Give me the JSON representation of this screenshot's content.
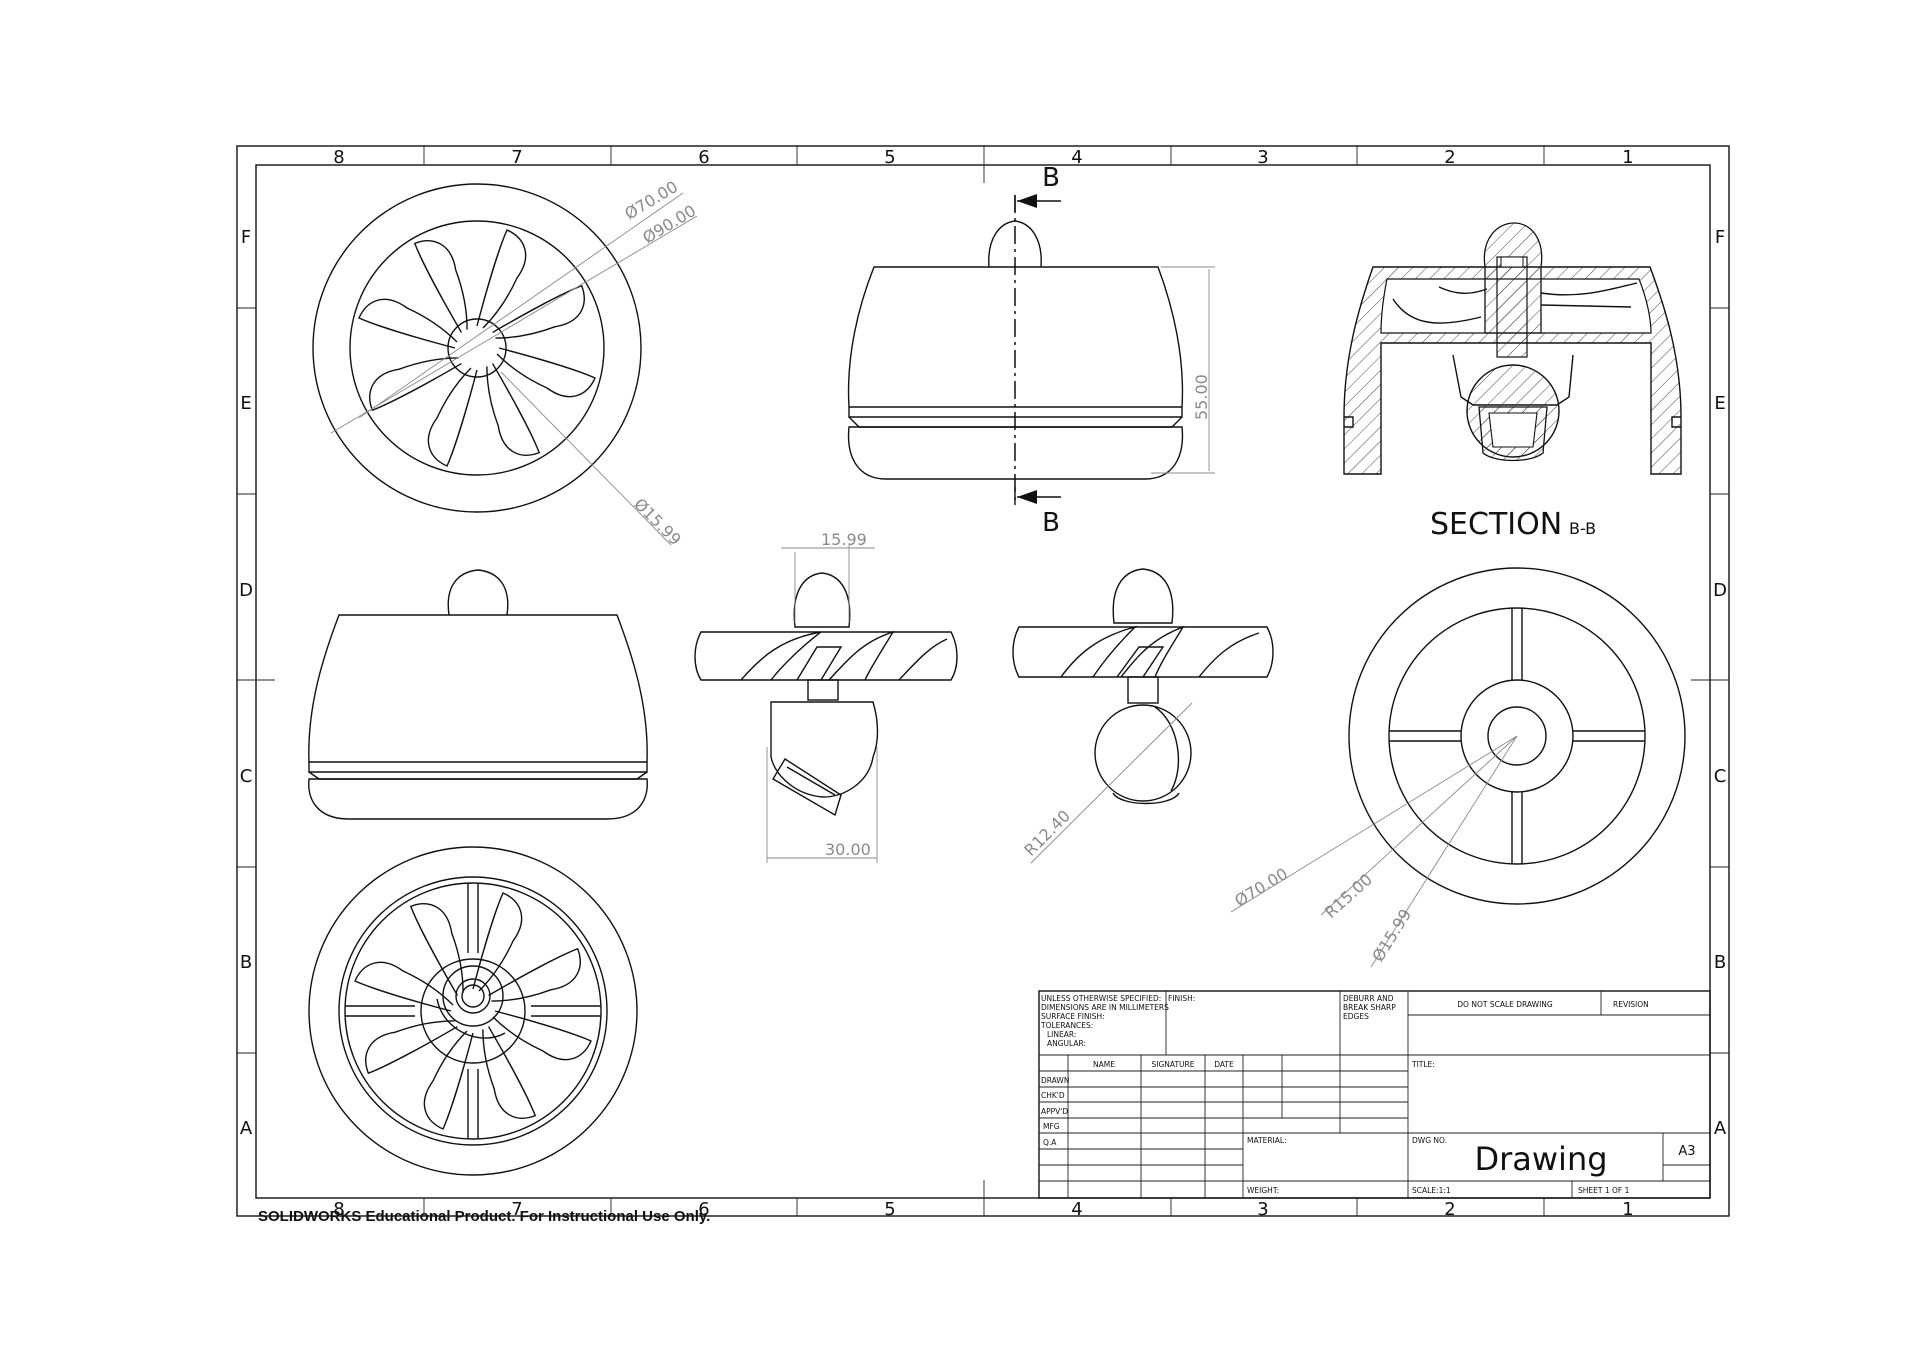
{
  "zones": {
    "columns": [
      "8",
      "7",
      "6",
      "5",
      "4",
      "3",
      "2",
      "1"
    ],
    "rows": [
      "F",
      "E",
      "D",
      "C",
      "B",
      "A"
    ]
  },
  "section": {
    "cut_label": "B",
    "title_main": "SECTION",
    "title_sub": "B-B"
  },
  "dimensions": {
    "front_outer_dia": "Ø90.00",
    "front_inner_dia": "Ø70.00",
    "front_hub_dia": "Ø15.99",
    "height": "55.00",
    "shaft_width": "15.99",
    "cup_width": "30.00",
    "ball_radius": "R12.40",
    "back_inner_dia": "Ø70.00",
    "back_ring_radius": "R15.00",
    "back_hole_dia": "Ø15.99"
  },
  "title_block": {
    "notes": [
      "UNLESS OTHERWISE SPECIFIED:",
      "DIMENSIONS ARE IN MILLIMETERS",
      "SURFACE FINISH:",
      "TOLERANCES:",
      "LINEAR:",
      "ANGULAR:"
    ],
    "finish": "FINISH:",
    "deburr": [
      "DEBURR AND",
      "BREAK SHARP",
      "EDGES"
    ],
    "do_not_scale": "DO NOT SCALE DRAWING",
    "revision": "REVISION",
    "col_name": "NAME",
    "col_signature": "SIGNATURE",
    "col_date": "DATE",
    "rows": [
      "DRAWN",
      "CHK'D",
      "APPV'D",
      "MFG",
      "Q.A"
    ],
    "title_label": "TITLE:",
    "material": "MATERIAL:",
    "dwg_no": "DWG NO.",
    "drawing_name": "Drawing",
    "size": "A3",
    "weight": "WEIGHT:",
    "scale": "SCALE:1:1",
    "sheet": "SHEET 1 OF 1"
  },
  "watermark": "SOLIDWORKS Educational Product. For Instructional Use Only."
}
